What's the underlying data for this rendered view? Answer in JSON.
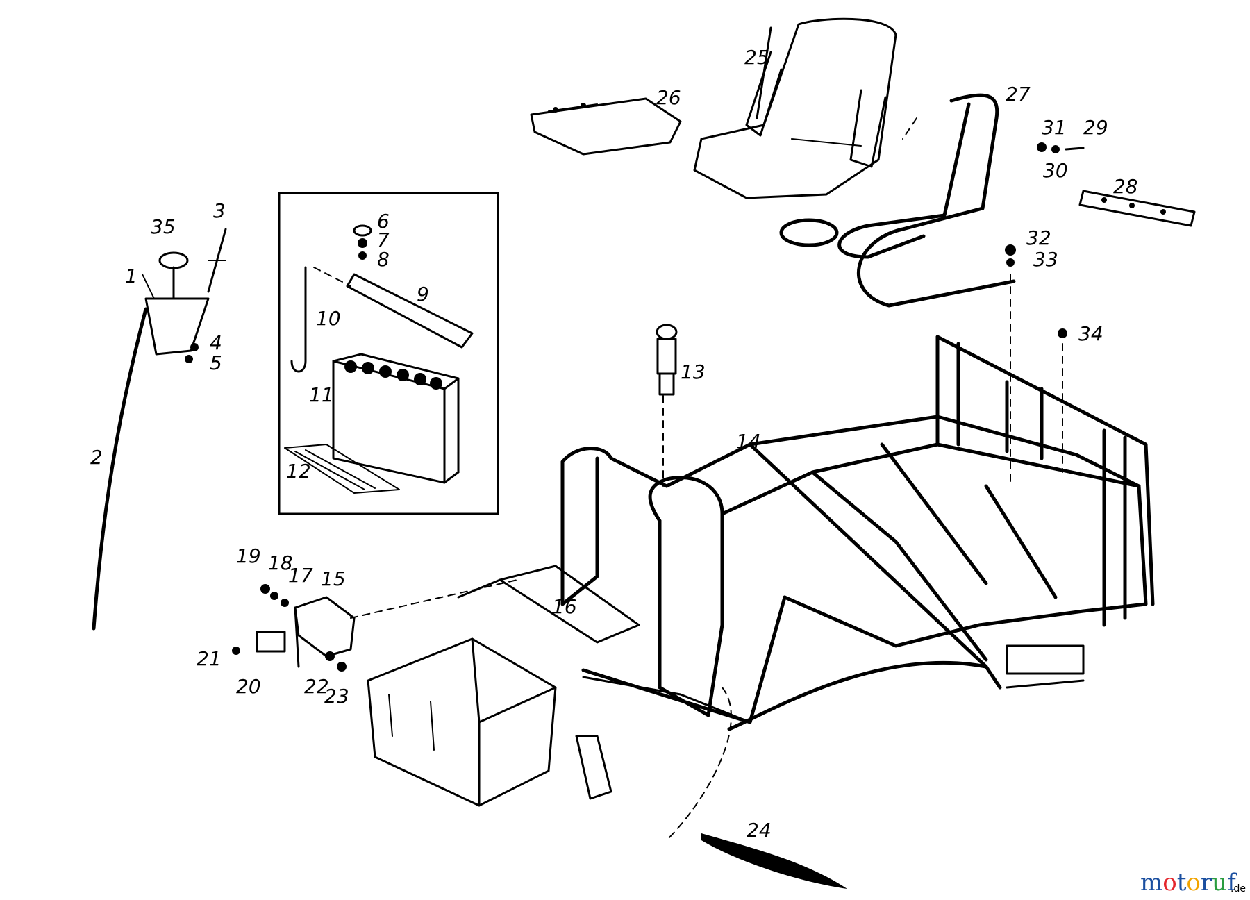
{
  "callouts": {
    "c1": "1",
    "c2": "2",
    "c3": "3",
    "c4": "4",
    "c5": "5",
    "c6": "6",
    "c7": "7",
    "c8": "8",
    "c9": "9",
    "c10": "10",
    "c11": "11",
    "c12": "12",
    "c13": "13",
    "c14": "14",
    "c15": "15",
    "c16": "16",
    "c17": "17",
    "c18": "18",
    "c19": "19",
    "c20": "20",
    "c21": "21",
    "c22": "22",
    "c23": "23",
    "c24": "24",
    "c25": "25",
    "c26": "26",
    "c27": "27",
    "c28": "28",
    "c29": "29",
    "c30": "30",
    "c31": "31",
    "c32": "32",
    "c33": "33",
    "c34": "34",
    "c35": "35"
  },
  "logo": {
    "parts": [
      "m",
      "o",
      "t",
      "o",
      "r",
      "u",
      "f"
    ],
    "suffix": ".de",
    "colors": [
      "#1b4fa0",
      "#e4262c",
      "#1b4fa0",
      "#f2a400",
      "#1b4fa0",
      "#2a9d3f",
      "#1b4fa0"
    ]
  }
}
